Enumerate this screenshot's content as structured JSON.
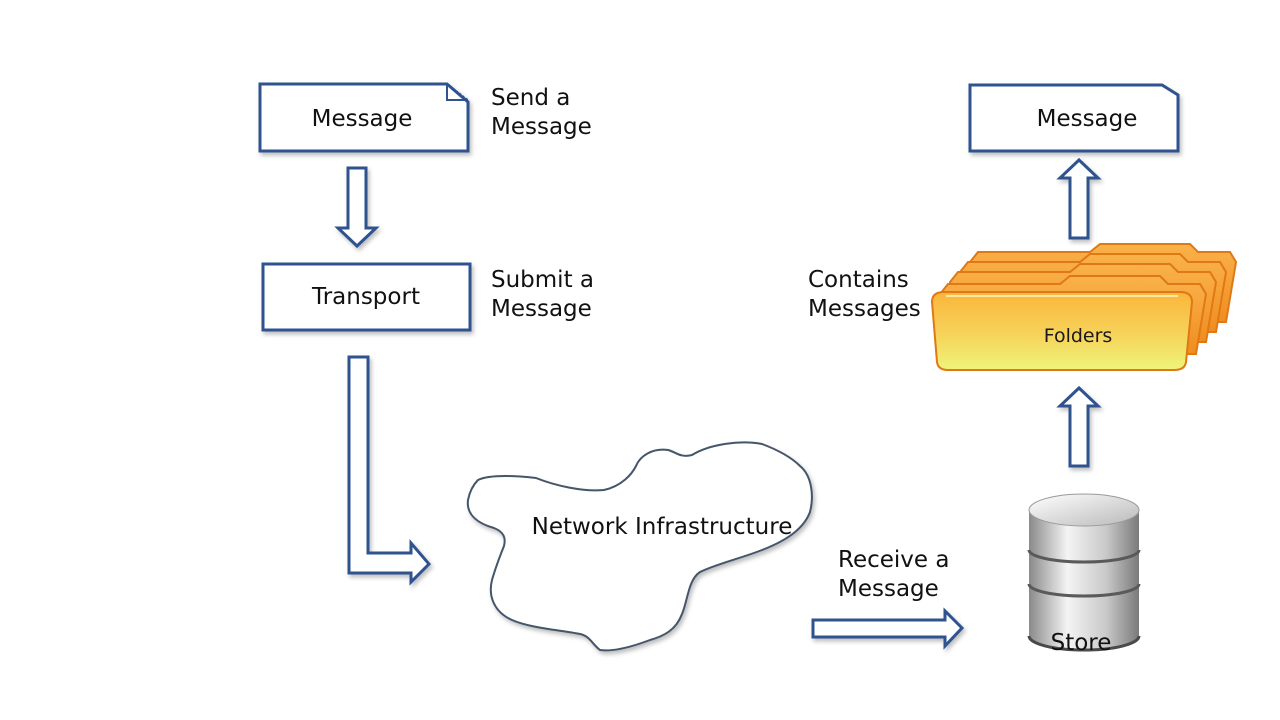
{
  "diagram": {
    "send": {
      "box_label": "Message",
      "caption_line1": "Send a",
      "caption_line2": "Message"
    },
    "transport": {
      "box_label": "Transport",
      "caption_line1": "Submit a",
      "caption_line2": "Message"
    },
    "network": {
      "label": "Network Infrastructure"
    },
    "receive": {
      "caption_line1": "Receive a",
      "caption_line2": "Message"
    },
    "store": {
      "label": "Store",
      "icon": "database-icon"
    },
    "folders": {
      "label": "Folders",
      "caption_line1": "Contains",
      "caption_line2": "Messages",
      "icon": "folder-stack-icon"
    },
    "received_message": {
      "box_label": "Message"
    },
    "colors": {
      "stroke": "#2f528f",
      "folder_orange": "#f7a531",
      "folder_yellow": "#eef57a"
    }
  }
}
